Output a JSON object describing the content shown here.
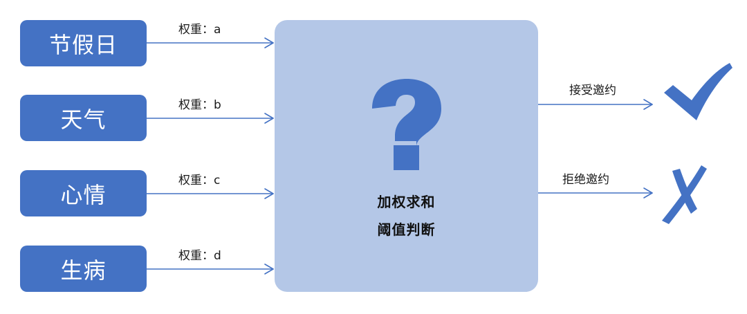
{
  "diagram": {
    "type": "perceptron-decision",
    "colors": {
      "primary": "#4472C4",
      "center_fill": "#B4C7E7",
      "text_dark": "#1a1a1a"
    },
    "inputs": [
      {
        "label": "节假日",
        "weight_label": "权重：a"
      },
      {
        "label": "天气",
        "weight_label": "权重：b"
      },
      {
        "label": "心情",
        "weight_label": "权重：c"
      },
      {
        "label": "生病",
        "weight_label": "权重：d"
      }
    ],
    "center": {
      "icon": "question-mark-icon",
      "line1": "加权求和",
      "line2": "阈值判断"
    },
    "outputs": [
      {
        "label": "接受邀约",
        "icon": "checkmark-icon"
      },
      {
        "label": "拒绝邀约",
        "icon": "cross-icon"
      }
    ]
  }
}
